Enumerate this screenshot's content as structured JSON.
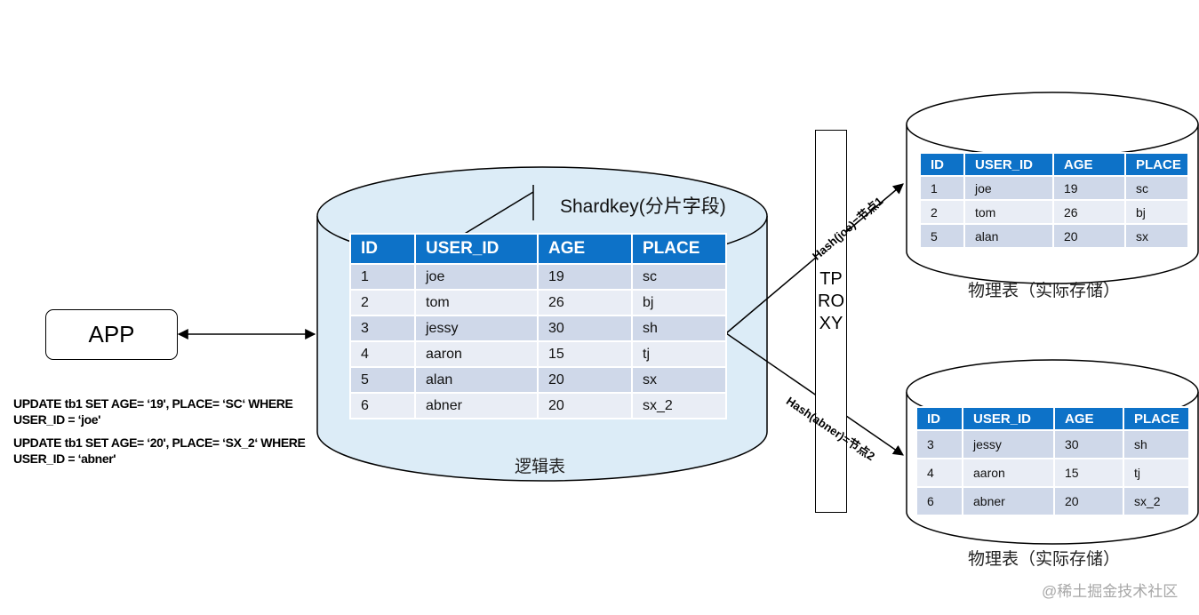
{
  "app": {
    "label": "APP"
  },
  "sql": {
    "line1": "UPDATE tb1 SET AGE= ‘19', PLACE= ‘SC‘ WHERE",
    "line2": "USER_ID = ‘joe'",
    "line3": "UPDATE tb1 SET AGE= ‘20', PLACE= ‘SX_2‘ WHERE",
    "line4": "USER_ID = ‘abner'"
  },
  "shardkey_label": "Shardkey(分片字段)",
  "logical_label": "逻辑表",
  "physical_label_1": "物理表（实际存储）",
  "physical_label_2": "物理表（实际存储）",
  "tproxy_label": "TPROXY",
  "hash_label_1": "Hash(joe)=节点1",
  "hash_label_2": "Hash(abner)=节点2",
  "watermark": "@稀土掘金技术社区",
  "colors": {
    "header": "#0d72c8",
    "row_odd": "#cfd8e9",
    "row_even": "#e9edf5",
    "cylinder_fill": "#dcecf7"
  },
  "tables": {
    "columns": [
      "ID",
      "USER_ID",
      "AGE",
      "PLACE"
    ],
    "logical": [
      [
        "1",
        "joe",
        "19",
        "sc"
      ],
      [
        "2",
        "tom",
        "26",
        "bj"
      ],
      [
        "3",
        "jessy",
        "30",
        "sh"
      ],
      [
        "4",
        "aaron",
        "15",
        "tj"
      ],
      [
        "5",
        "alan",
        "20",
        "sx"
      ],
      [
        "6",
        "abner",
        "20",
        "sx_2"
      ]
    ],
    "physical_1": [
      [
        "1",
        "joe",
        "19",
        "sc"
      ],
      [
        "2",
        "tom",
        "26",
        "bj"
      ],
      [
        "5",
        "alan",
        "20",
        "sx"
      ]
    ],
    "physical_2": [
      [
        "3",
        "jessy",
        "30",
        "sh"
      ],
      [
        "4",
        "aaron",
        "15",
        "tj"
      ],
      [
        "6",
        "abner",
        "20",
        "sx_2"
      ]
    ]
  }
}
